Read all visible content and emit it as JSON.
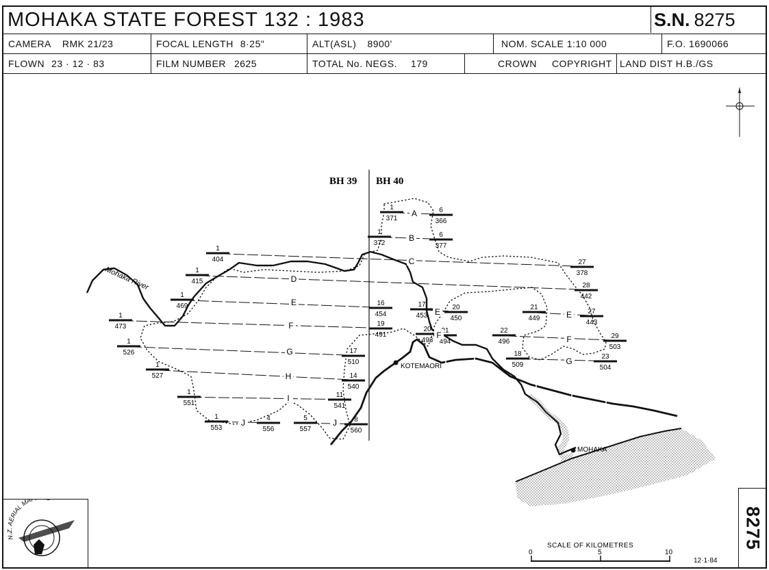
{
  "header": {
    "title": "MOHAKA STATE FOREST 132 : 1983",
    "sn_label": "S.N.",
    "sn_value": "8275"
  },
  "info": {
    "camera_label": "CAMERA",
    "camera_value": "RMK 21/23",
    "focal_label": "FOCAL LENGTH",
    "focal_value": "8·25\"",
    "alt_label": "ALT(ASL)",
    "alt_value": "8900'",
    "nom_scale": "NOM. SCALE 1:10 000",
    "fo": "F.O. 1690066",
    "flown_label": "FLOWN",
    "flown_value": "23 · 12 · 83",
    "film_label": "FILM NUMBER",
    "film_value": "2625",
    "negs_label": "TOTAL No. NEGS.",
    "negs_value": "179",
    "crown": "CROWN",
    "copyright": "COPYRIGHT",
    "land_dist": "LAND DIST H.B./GS"
  },
  "map": {
    "sheet_left": "BH 39",
    "sheet_right": "BH 40",
    "river_label": "Mohaka River",
    "places": [
      "KOTEMAORI",
      "MOHAKA"
    ],
    "runs": [
      {
        "letter": "A",
        "start": {
          "n": "1",
          "frame": "371"
        },
        "end": {
          "n": "6",
          "frame": "366"
        }
      },
      {
        "letter": "B",
        "start": {
          "n": "1",
          "frame": "372"
        },
        "end": {
          "n": "6",
          "frame": "377"
        }
      },
      {
        "letter": "C",
        "start": {
          "n": "1",
          "frame": "404"
        },
        "end": {
          "n": "27",
          "frame": "378"
        }
      },
      {
        "letter": "D",
        "start": {
          "n": "1",
          "frame": "415"
        },
        "end": {
          "n": "28",
          "frame": "442"
        }
      },
      {
        "letter": "E",
        "start": {
          "n": "1",
          "frame": "469"
        },
        "end": {
          "n": "16",
          "frame": "454"
        }
      },
      {
        "letter": "E",
        "start": {
          "n": "17",
          "frame": "453"
        },
        "end": {
          "n": "20",
          "frame": "450"
        }
      },
      {
        "letter": "E",
        "start": {
          "n": "21",
          "frame": "449"
        },
        "end": {
          "n": "27",
          "frame": "443"
        }
      },
      {
        "letter": "F",
        "start": {
          "n": "1",
          "frame": "473"
        },
        "end": {
          "n": "19",
          "frame": "491"
        }
      },
      {
        "letter": "F",
        "start": {
          "n": "20",
          "frame": "493"
        },
        "end": {
          "n": "21",
          "frame": "494"
        }
      },
      {
        "letter": "F",
        "start": {
          "n": "22",
          "frame": "496"
        },
        "end": {
          "n": "29",
          "frame": "503"
        }
      },
      {
        "letter": "G",
        "start": {
          "n": "1",
          "frame": "526"
        },
        "end": {
          "n": "17",
          "frame": "510"
        }
      },
      {
        "letter": "G",
        "start": {
          "n": "18",
          "frame": "509"
        },
        "end": {
          "n": "23",
          "frame": "504"
        }
      },
      {
        "letter": "H",
        "start": {
          "n": "1",
          "frame": "527"
        },
        "end": {
          "n": "14",
          "frame": "540"
        }
      },
      {
        "letter": "I",
        "start": {
          "n": "1",
          "frame": "551"
        },
        "end": {
          "n": "11",
          "frame": "541"
        }
      },
      {
        "letter": "J",
        "start": {
          "n": "1",
          "frame": "553"
        },
        "end": {
          "n": "4",
          "frame": "556"
        }
      },
      {
        "letter": "J",
        "start": {
          "n": "5",
          "frame": "557"
        },
        "end": {
          "n": "8",
          "frame": "560"
        }
      }
    ]
  },
  "scale": {
    "label": "SCALE  OF  KILOMETRES",
    "ticks": [
      "0",
      "5",
      "10"
    ]
  },
  "date": "12·1·84",
  "logo_text": "N.Z. AERIAL MAPPING",
  "side_number": "8275"
}
